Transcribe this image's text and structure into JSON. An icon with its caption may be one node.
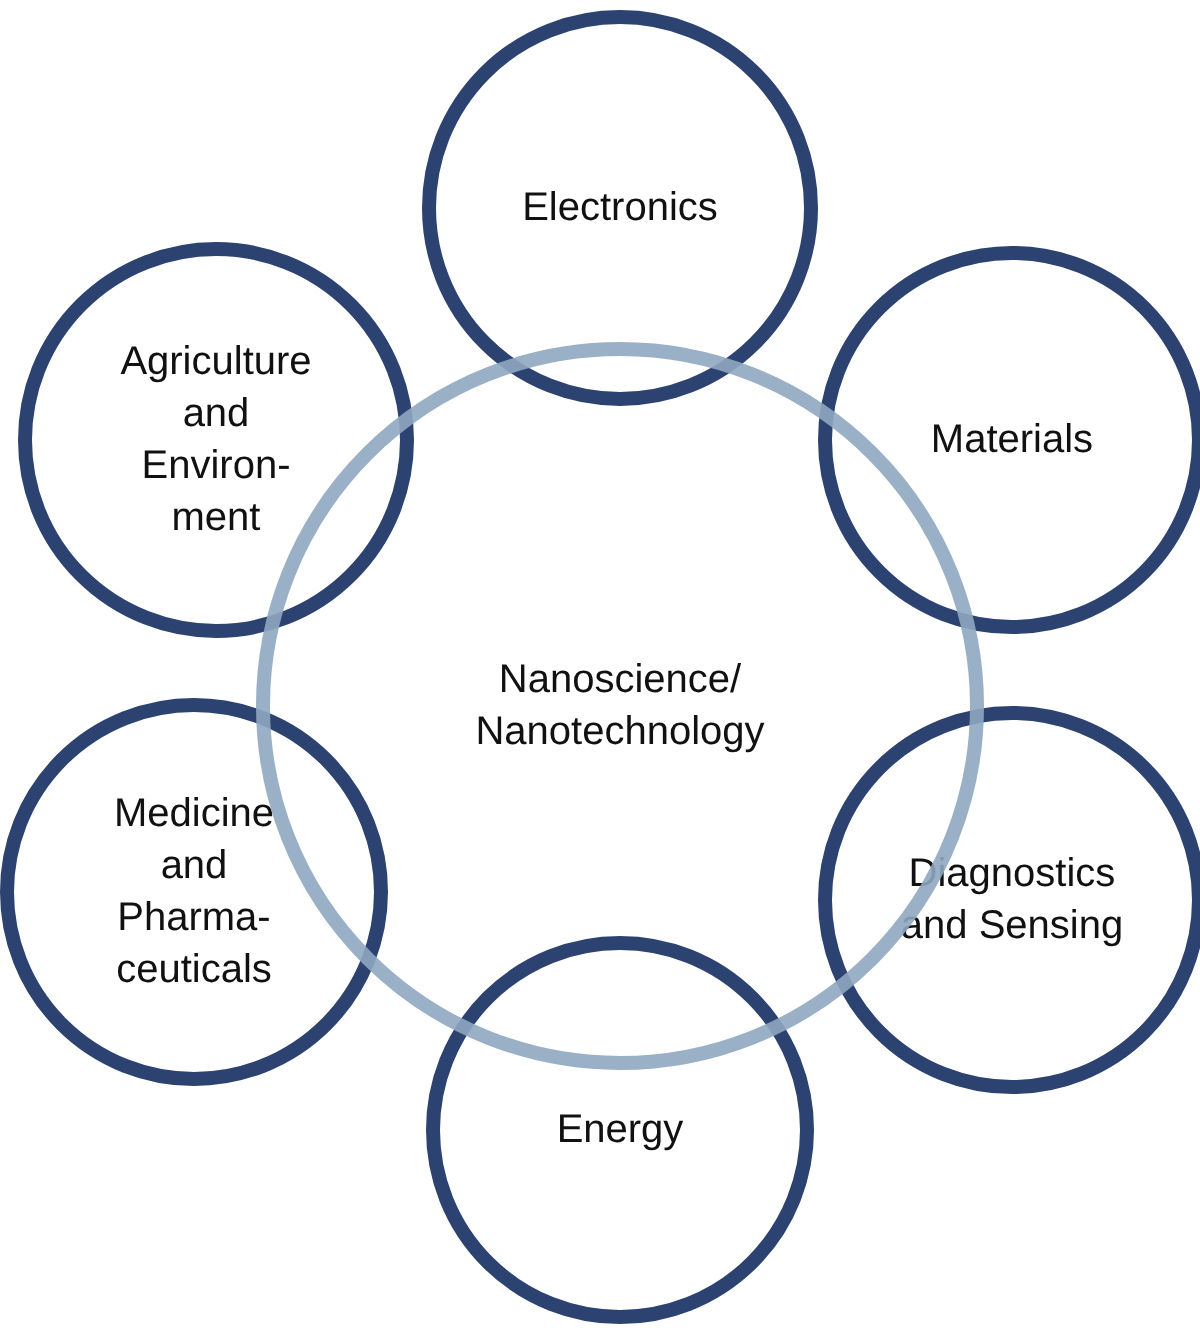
{
  "diagram": {
    "nodes": [
      {
        "text": [
          "Nanoscience/ Nanotechnology"
        ]
      },
      {
        "text": [
          "Electronics"
        ]
      },
      {
        "text": [
          "Agriculture and Environ-ment"
        ]
      },
      {
        "text": [
          "Materials"
        ]
      },
      {
        "text": [
          "Medicine and Pharma-ceuticals"
        ]
      },
      {
        "text": [
          "Diagnostics and Sensing"
        ]
      },
      {
        "text": [
          "Energy"
        ]
      }
    ]
  }
}
